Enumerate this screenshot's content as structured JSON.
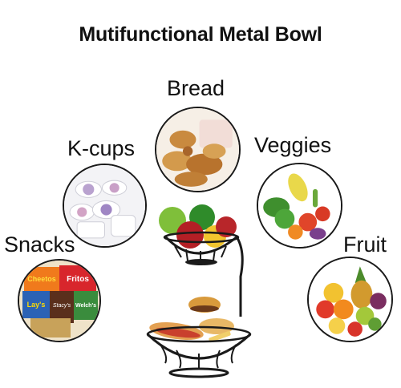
{
  "title": "Mutifunctional Metal Bowl",
  "categories": {
    "bread": "Bread",
    "kcups": "K-cups",
    "veggies": "Veggies",
    "snacks": "Snacks",
    "fruit": "Fruit"
  },
  "snack_brands": [
    "Cheetos",
    "Fritos",
    "Lay's",
    "Stacy's",
    "Welch's"
  ],
  "colors": {
    "ring": "#1a1a1a",
    "text": "#111111"
  }
}
